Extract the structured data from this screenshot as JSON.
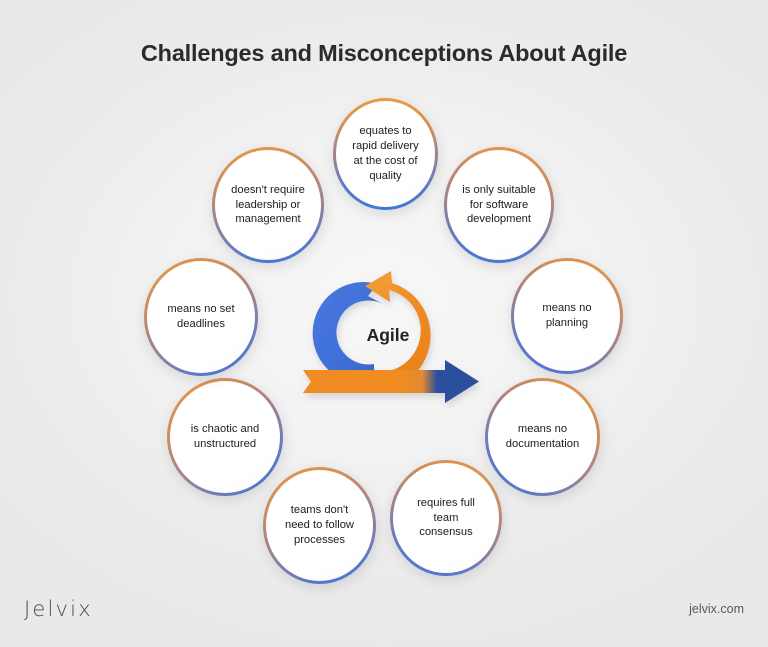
{
  "header": {
    "title": "Challenges and Misconceptions About Agile"
  },
  "center": {
    "label": "Agile",
    "colors": {
      "blue": "#3f6fd8",
      "blue_dark": "#2c4f9e",
      "orange": "#ef8c22",
      "orange_light": "#f0a43f"
    }
  },
  "nodes": [
    {
      "id": "equates-to-rapid-delivery",
      "label": "equates to\nrapid delivery\nat the cost of\nquality"
    },
    {
      "id": "is-only-suitable-for-software-development",
      "label": "is only suitable\nfor software\ndevelopment"
    },
    {
      "id": "means-no-planning",
      "label": "means no\nplanning"
    },
    {
      "id": "means-no-documentation",
      "label": "means no\ndocumentation"
    },
    {
      "id": "requires-full-team-consensus",
      "label": "requires full\nteam\nconsensus"
    },
    {
      "id": "teams-dont-need-to-follow-processes",
      "label": "teams don't\nneed to follow\nprocesses"
    },
    {
      "id": "is-chaotic-and-unstructured",
      "label": "is chaotic and\nunstructured"
    },
    {
      "id": "means-no-set-deadlines",
      "label": "means no set\ndeadlines"
    },
    {
      "id": "doesnt-require-leadership-or-management",
      "label": "doesn't require\nleadership or\nmanagement"
    }
  ],
  "footer": {
    "logo": "Jelvix",
    "url": "jelvix.com"
  },
  "theme": {
    "background": "#ebebeb",
    "ring_top_color": "#eb9a45",
    "ring_bottom_color": "#3f76d8",
    "title_color": "#2b2b2b"
  }
}
